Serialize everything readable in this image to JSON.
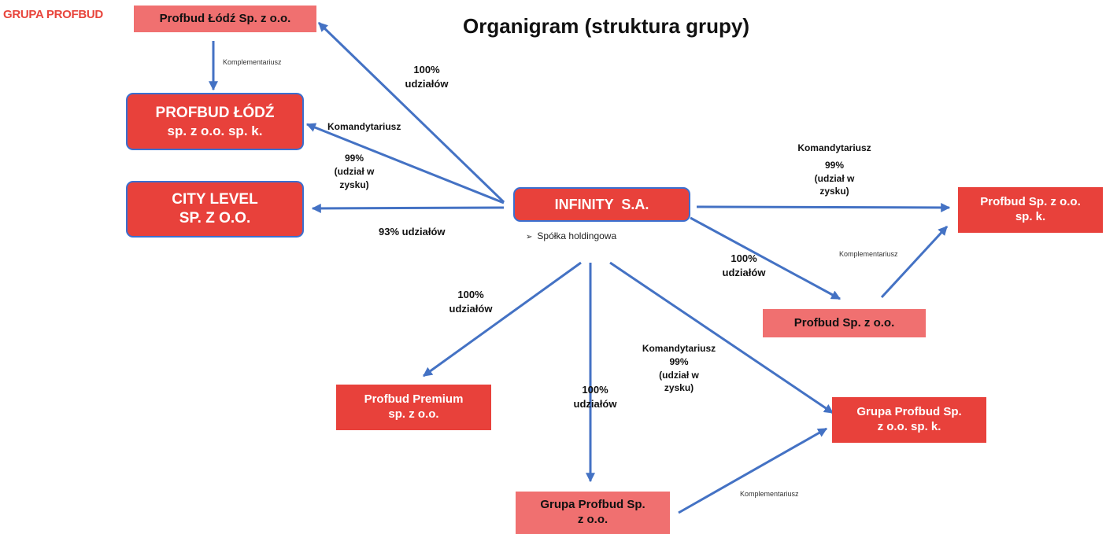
{
  "logo": "GRUPA PROFBUD",
  "title": "Organigram (struktura grupy)",
  "colors": {
    "box": "#e8413b",
    "box_light": "#f07070",
    "arrow": "#4472c4",
    "logo": "#e8453c"
  },
  "nodes": {
    "profbud_lodz_spzoo": [
      "Profbud Łódź Sp. z o.o."
    ],
    "profbud_lodz_spk": [
      "PROFBUD ŁÓDŹ",
      "sp. z o.o. sp. k."
    ],
    "city_level": [
      "CITY LEVEL",
      "SP. Z O.O."
    ],
    "infinity": [
      "INFINITY  S.A."
    ],
    "infinity_note": "Spółka holdingowa",
    "profbud_spk": [
      "Profbud Sp. z o.o.",
      "sp. k."
    ],
    "profbud_spzoo": [
      "Profbud Sp. z o.o."
    ],
    "profbud_premium": [
      "Profbud Premium",
      "sp. z o.o."
    ],
    "grupa_profbud_spzoo": [
      "Grupa Profbud Sp.",
      "z o.o."
    ],
    "grupa_profbud_spk": [
      "Grupa Profbud Sp.",
      "z o.o. sp. k."
    ]
  },
  "edge_labels": {
    "lodz_komplementariusz": "Komplementariusz",
    "lodz_100": [
      "100%",
      "udziałów"
    ],
    "lodz_spk": [
      "Komandytariusz",
      "99%",
      "(udział w",
      "zysku)"
    ],
    "city_93": "93% udziałów",
    "right_spk": [
      "Komandytariusz",
      "99%",
      "(udział w",
      "zysku)"
    ],
    "right_100": [
      "100%",
      "udziałów"
    ],
    "right_komplementariusz": "Komplementariusz",
    "premium_100": [
      "100%",
      "udziałów"
    ],
    "grupa_100": [
      "100%",
      "udziałów"
    ],
    "grupa_spk": [
      "Komandytariusz",
      "99%",
      "(udział w",
      "zysku)"
    ],
    "grupa_komplementariusz": "Komplementariusz"
  }
}
